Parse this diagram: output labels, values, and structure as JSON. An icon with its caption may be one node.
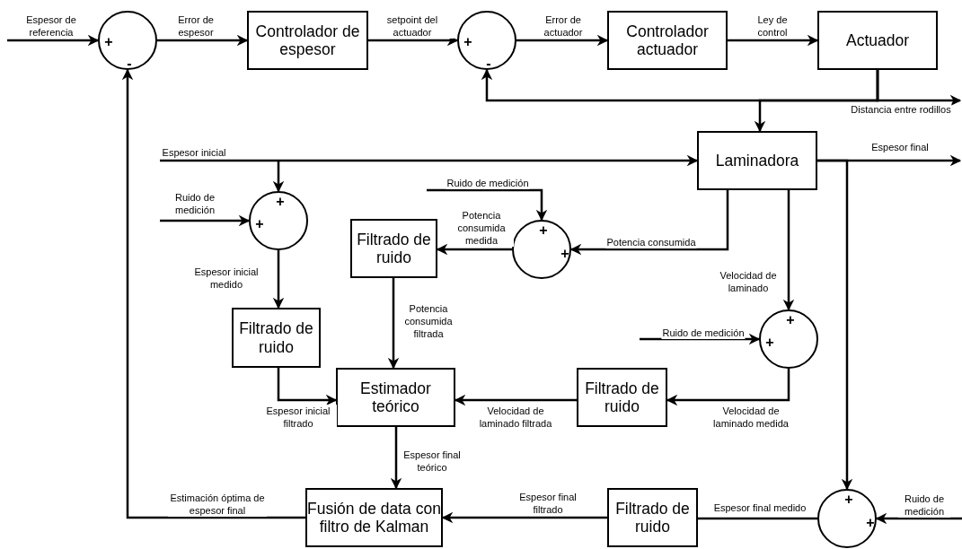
{
  "diagram": {
    "nodes": [
      {
        "text": [
          "+",
          "-"
        ]
      },
      {
        "text": [
          "Controlador de espesor"
        ]
      },
      {
        "text": [
          "+",
          "-"
        ]
      },
      {
        "text": [
          "Controlador actuador"
        ]
      },
      {
        "text": [
          "Actuador"
        ]
      },
      {
        "text": [
          "Laminadora"
        ]
      },
      {
        "text": [
          "+",
          "+"
        ]
      },
      {
        "text": [
          "Filtrado de ruido"
        ]
      },
      {
        "text": [
          "+",
          "+"
        ]
      },
      {
        "text": [
          "Filtrado de ruido"
        ]
      },
      {
        "text": [
          "+",
          "+"
        ]
      },
      {
        "text": [
          "Estimador teórico"
        ]
      },
      {
        "text": [
          "Filtrado de ruido"
        ]
      },
      {
        "text": [
          "Fusión de data con filtro de Kalman"
        ]
      },
      {
        "text": [
          "Filtrado de ruido"
        ]
      },
      {
        "text": [
          "+",
          "+"
        ]
      }
    ],
    "edges": [
      {
        "from": null,
        "to": 0,
        "arrow": "to",
        "label": "Espesor de referencia"
      },
      {
        "from": 0,
        "to": 1,
        "arrow": "to",
        "label": "Error de espesor"
      },
      {
        "from": 1,
        "to": 2,
        "arrow": "to",
        "label": "setpoint del actuador"
      },
      {
        "from": 2,
        "to": 3,
        "arrow": "to",
        "label": "Error de actuador"
      },
      {
        "from": 3,
        "to": 4,
        "arrow": "to",
        "label": "Ley de control"
      },
      {
        "from": 4,
        "to": 2,
        "arrow": "to"
      },
      {
        "from": 4,
        "to": 5,
        "arrow": "to"
      },
      {
        "from": 4,
        "to": null,
        "arrow": "to",
        "label": "Distancia entre rodillos"
      },
      {
        "from": null,
        "to": 5,
        "arrow": "to",
        "label": "Espesor inicial"
      },
      {
        "from": null,
        "to": 6,
        "arrow": "to"
      },
      {
        "from": 5,
        "to": null,
        "arrow": "to",
        "label": "Espesor final"
      },
      {
        "from": 5,
        "to": 15,
        "arrow": "to"
      },
      {
        "from": null,
        "to": 6,
        "arrow": "to",
        "label": "Ruido de medición"
      },
      {
        "from": 6,
        "to": 9,
        "arrow": "to",
        "label": "Espesor inicial medido"
      },
      {
        "from": null,
        "to": 8,
        "arrow": "to",
        "label": "Ruido de medición"
      },
      {
        "from": 5,
        "to": 8,
        "arrow": "to",
        "label": "Potencia consumida"
      },
      {
        "from": 8,
        "to": 7,
        "arrow": "to",
        "label": "Potencia consumida medida"
      },
      {
        "from": 7,
        "to": 11,
        "arrow": "to",
        "label": "Potencia consumida filtrada"
      },
      {
        "from": 5,
        "to": 10,
        "arrow": "to",
        "label": "Velocidad de laminado"
      },
      {
        "from": null,
        "to": 10,
        "arrow": "to",
        "label": "Ruido de medición"
      },
      {
        "from": 10,
        "to": 12,
        "arrow": "to",
        "label": "Velocidad de laminado medida"
      },
      {
        "from": 12,
        "to": 11,
        "arrow": "to",
        "label": "Velocidad de laminado filtrada"
      },
      {
        "from": 9,
        "to": 11,
        "arrow": "to",
        "label": "Espesor inicial filtrado"
      },
      {
        "from": 11,
        "to": 13,
        "arrow": "to",
        "label": "Espesor final teórico"
      },
      {
        "from": 13,
        "to": 0,
        "arrow": "to",
        "label": "Estimación óptima de espesor final"
      },
      {
        "from": 15,
        "to": 14,
        "arrow": "none",
        "label": "Espesor final medido"
      },
      {
        "from": 14,
        "to": 13,
        "arrow": "to",
        "label": "Espesor final filtrado"
      },
      {
        "from": null,
        "to": 15,
        "arrow": "to",
        "label": "Ruido de medición"
      }
    ]
  }
}
